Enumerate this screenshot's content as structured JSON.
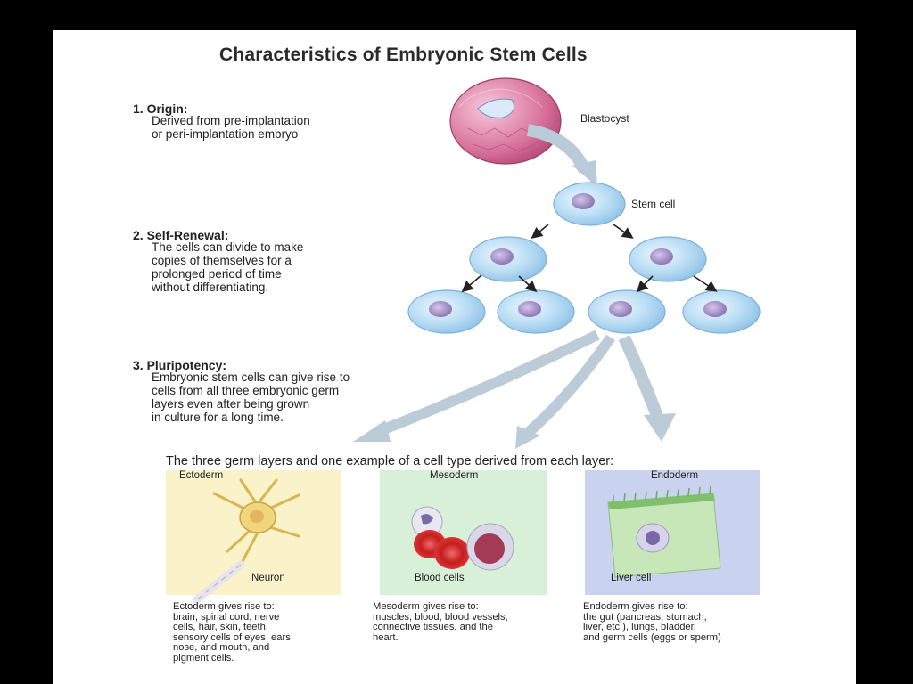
{
  "title": "Characteristics of Embryonic Stem Cells",
  "sections": [
    {
      "heading": "1. Origin:",
      "body": "Derived from pre-implantation\nor peri-implantation embryo"
    },
    {
      "heading": "2. Self-Renewal:",
      "body": "The cells can divide to make\ncopies of themselves for a\nprolonged period of time\nwithout differentiating."
    },
    {
      "heading": "3. Pluripotency:",
      "body": "Embryonic stem cells can give rise to\ncells from all three embryonic germ\nlayers even after being grown\nin culture for a long time."
    }
  ],
  "labels": {
    "blastocyst": "Blastocyst",
    "stem_cell": "Stem cell"
  },
  "germ_intro": "The three germ layers and one example of a cell type derived from each layer:",
  "layers": [
    {
      "name": "Ectoderm",
      "cell": "Neuron",
      "caption": "Ectoderm gives rise to:\nbrain, spinal cord, nerve\ncells, hair, skin, teeth,\nsensory cells of eyes, ears\nnose, and mouth, and\npigment cells.",
      "color": "#faf2c8"
    },
    {
      "name": "Mesoderm",
      "cell": "Blood cells",
      "caption": "Mesoderm gives rise to:\nmuscles, blood, blood vessels,\nconnective tissues, and the\nheart.",
      "color": "#d8efd8"
    },
    {
      "name": "Endoderm",
      "cell": "Liver cell",
      "caption": "Endoderm gives rise to:\nthe gut (pancreas, stomach,\nliver, etc.), lungs, bladder,\nand germ cells (eggs or sperm)",
      "color": "#c9d2ee"
    }
  ]
}
